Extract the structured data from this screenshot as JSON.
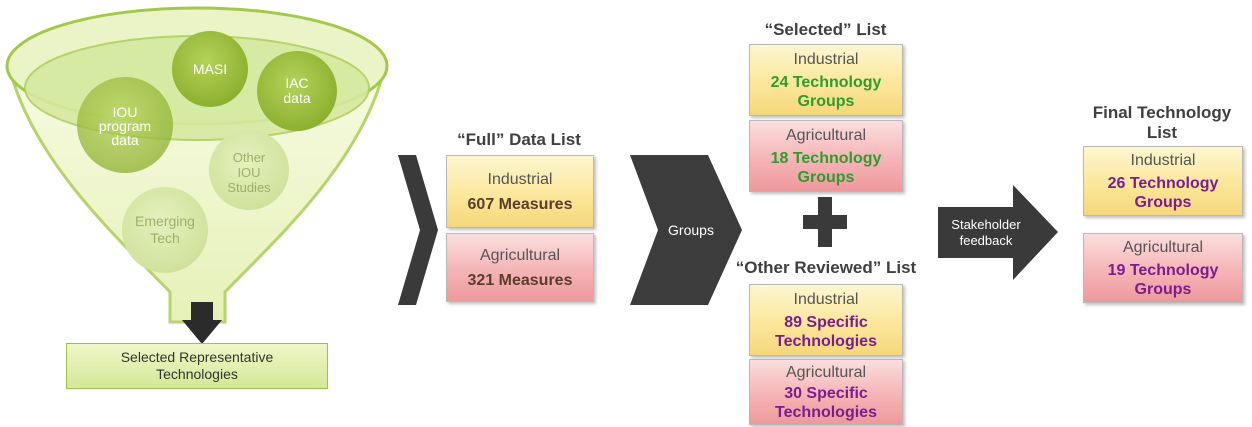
{
  "funnel": {
    "bubbles": [
      "MASI",
      "IAC\ndata",
      "IOU\nprogram\ndata",
      "Other\nIOU\nStudies",
      "Emerging\nTech"
    ],
    "output_label": "Selected Representative Technologies"
  },
  "full_list": {
    "heading": "“Full” Data List",
    "industrial": {
      "category": "Industrial",
      "value": "607 Measures"
    },
    "agricultural": {
      "category": "Agricultural",
      "value": "321 Measures"
    }
  },
  "groups_arrow": {
    "label": "Groups"
  },
  "selected_list": {
    "heading": "“Selected” List",
    "industrial": {
      "category": "Industrial",
      "value": "24 Technology Groups"
    },
    "agricultural": {
      "category": "Agricultural",
      "value": "18 Technology Groups"
    }
  },
  "other_list": {
    "heading": "“Other Reviewed” List",
    "industrial": {
      "category": "Industrial",
      "value": "89 Specific Technologies"
    },
    "agricultural": {
      "category": "Agricultural",
      "value": "30 Specific Technologies"
    }
  },
  "stakeholder_arrow": {
    "label": "Stakeholder\nfeedback"
  },
  "final_list": {
    "heading": "Final Technology List",
    "industrial": {
      "category": "Industrial",
      "value": "26 Technology Groups"
    },
    "agricultural": {
      "category": "Agricultural",
      "value": "19 Technology Groups"
    }
  },
  "colors": {
    "funnel_fill": "#eef6c8",
    "funnel_border": "#a3c94b",
    "bubble_dark": "#9bbd3a",
    "bubble_light": "#d8e8a6",
    "arrow_dark": "#3c3c3c",
    "green_text": "#2e9c2e",
    "purple_text": "#7b1d8e"
  }
}
